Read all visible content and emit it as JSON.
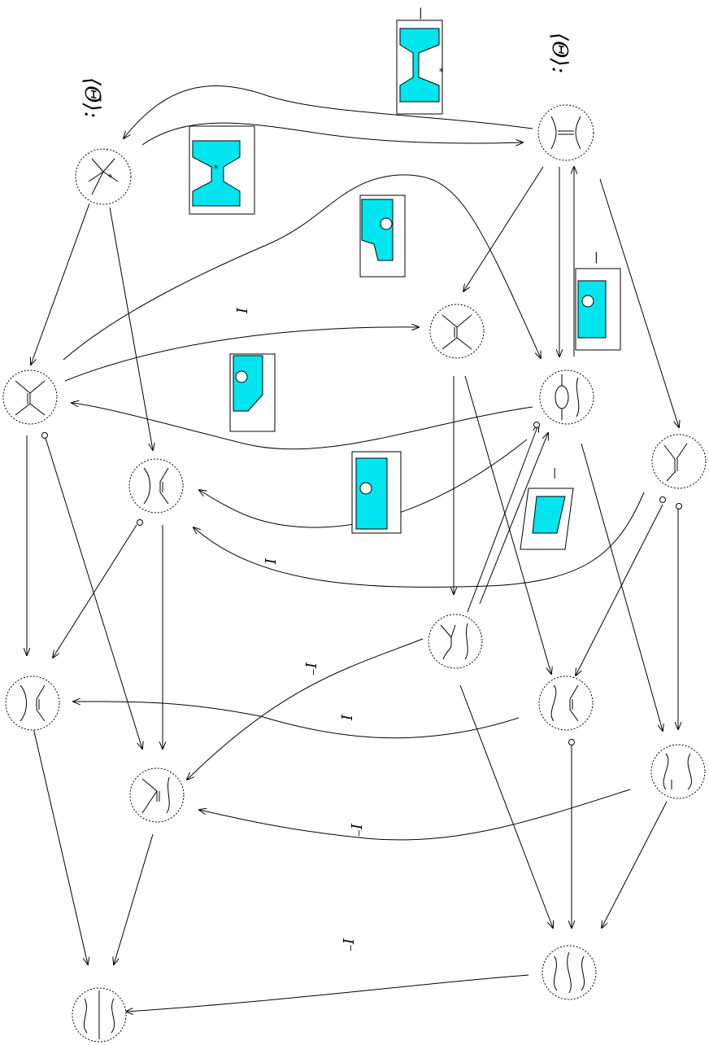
{
  "colors": {
    "accent": "#00e5ee",
    "line": "#000000"
  },
  "labels": {
    "theta_bar": "⟨Θ̄⟩:",
    "theta": "⟨Θ⟩:",
    "I": "I",
    "I_inv": "I⁻",
    "bar": "|",
    "star": "*"
  }
}
